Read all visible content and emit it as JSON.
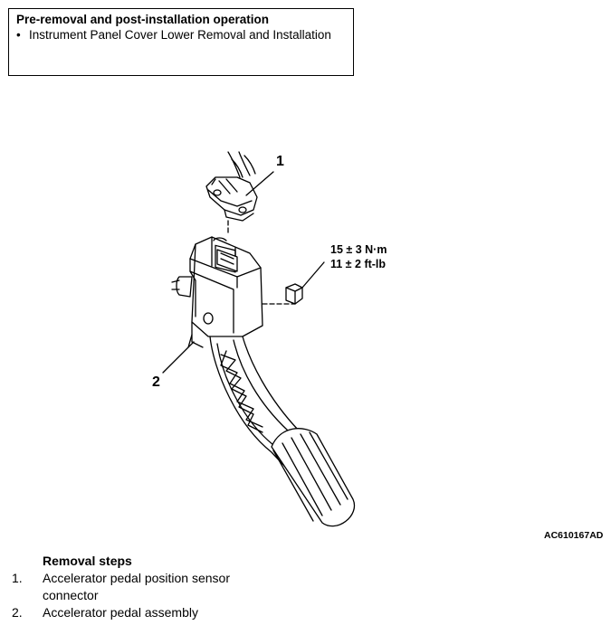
{
  "prerequisite": {
    "title": "Pre-removal and post-installation operation",
    "items": [
      "Instrument Panel Cover Lower Removal and Installation"
    ]
  },
  "figure": {
    "callouts": [
      "1",
      "2"
    ],
    "torque_lines": [
      "15 ± 3 N·m",
      "11 ± 2 ft-lb"
    ],
    "figure_code": "AC610167AD"
  },
  "removal_steps": {
    "title": "Removal steps",
    "steps": [
      {
        "num": "1.",
        "text": "Accelerator pedal position sensor connector"
      },
      {
        "num": "2.",
        "text": "Accelerator pedal assembly"
      }
    ]
  }
}
